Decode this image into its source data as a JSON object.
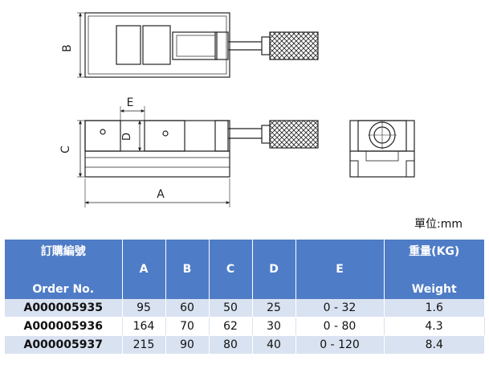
{
  "drawing": {
    "dimension_labels": {
      "top_view_b": "B",
      "side_view_e": "E",
      "side_view_d": "D",
      "side_view_c": "C",
      "side_view_a": "A"
    },
    "line_color": "#222222"
  },
  "unit_note": "單位:mm",
  "table": {
    "header_color": "#4f7cc6",
    "stripe_color": "#d9e2f1",
    "order_header_zh": "訂購編號",
    "order_header_en": "Order No.",
    "col_a": "A",
    "col_b": "B",
    "col_c": "C",
    "col_d": "D",
    "col_e": "E",
    "weight_header_zh": "重量(KG)",
    "weight_header_en": "Weight",
    "rows": [
      {
        "order": "A000005935",
        "a": "95",
        "b": "60",
        "c": "50",
        "d": "25",
        "e": "0 - 32",
        "weight": "1.6"
      },
      {
        "order": "A000005936",
        "a": "164",
        "b": "70",
        "c": "62",
        "d": "30",
        "e": "0 - 80",
        "weight": "4.3"
      },
      {
        "order": "A000005937",
        "a": "215",
        "b": "90",
        "c": "80",
        "d": "40",
        "e": "0 - 120",
        "weight": "8.4"
      }
    ]
  }
}
